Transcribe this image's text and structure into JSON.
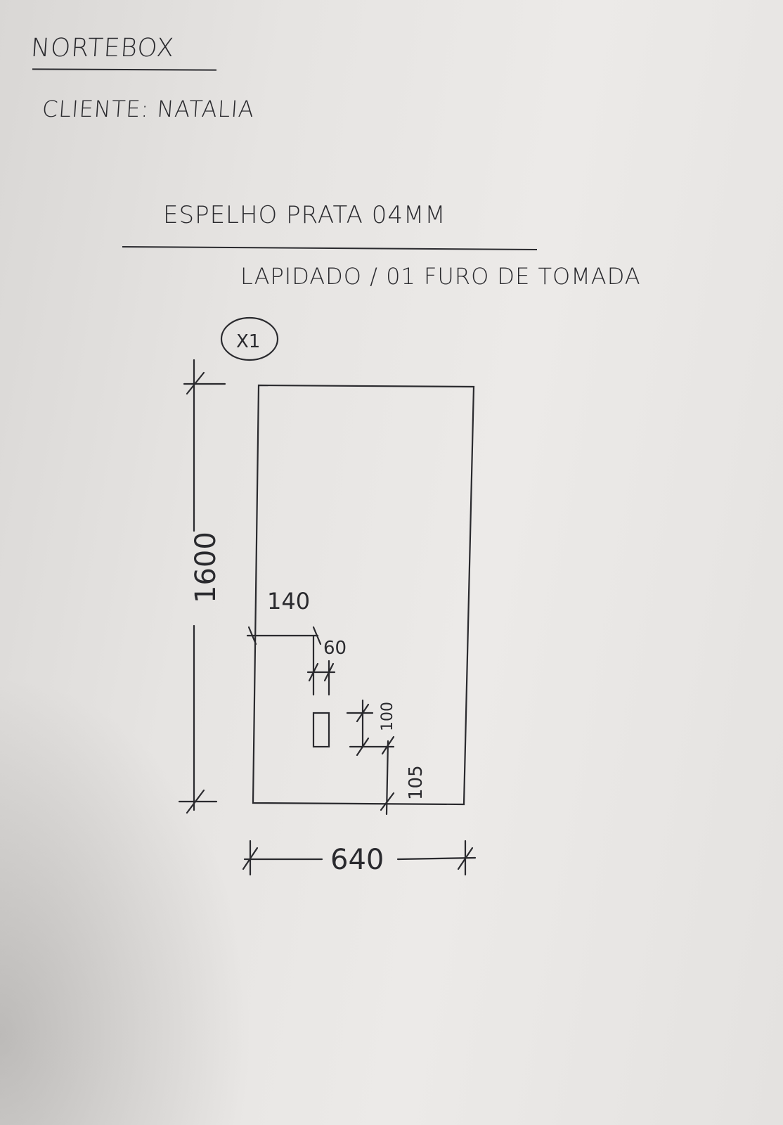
{
  "header": {
    "company": "NORTEBOX",
    "client": "CLIENTE: NATALIA"
  },
  "spec": {
    "material": "ESPELHO PRATA 04MM",
    "finish": "LAPIDADO / 01 FURO DE TOMADA"
  },
  "drawing": {
    "quantity": "X1",
    "height": "1600",
    "width": "640",
    "hole_from_left": "140",
    "hole_width": "60",
    "hole_height": "100",
    "hole_from_bottom": "105"
  },
  "colors": {
    "ink": "#2a2a2e",
    "paper": "#e8e6e4"
  }
}
